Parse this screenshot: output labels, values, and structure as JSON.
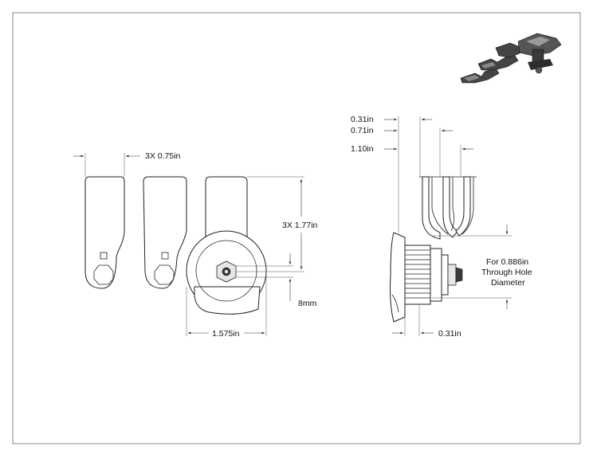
{
  "dimensions": {
    "arm_width": "3X 0.75in",
    "arm_length": "3X 1.77in",
    "nut": "8mm",
    "overall_width": "1.575in",
    "offset_1": "0.31in",
    "offset_2": "0.71in",
    "offset_3": "1.10in",
    "body_depth": "0.31in"
  },
  "note": {
    "line1": "For 0.886in",
    "line2": "Through Hole",
    "line3": "Diameter"
  }
}
